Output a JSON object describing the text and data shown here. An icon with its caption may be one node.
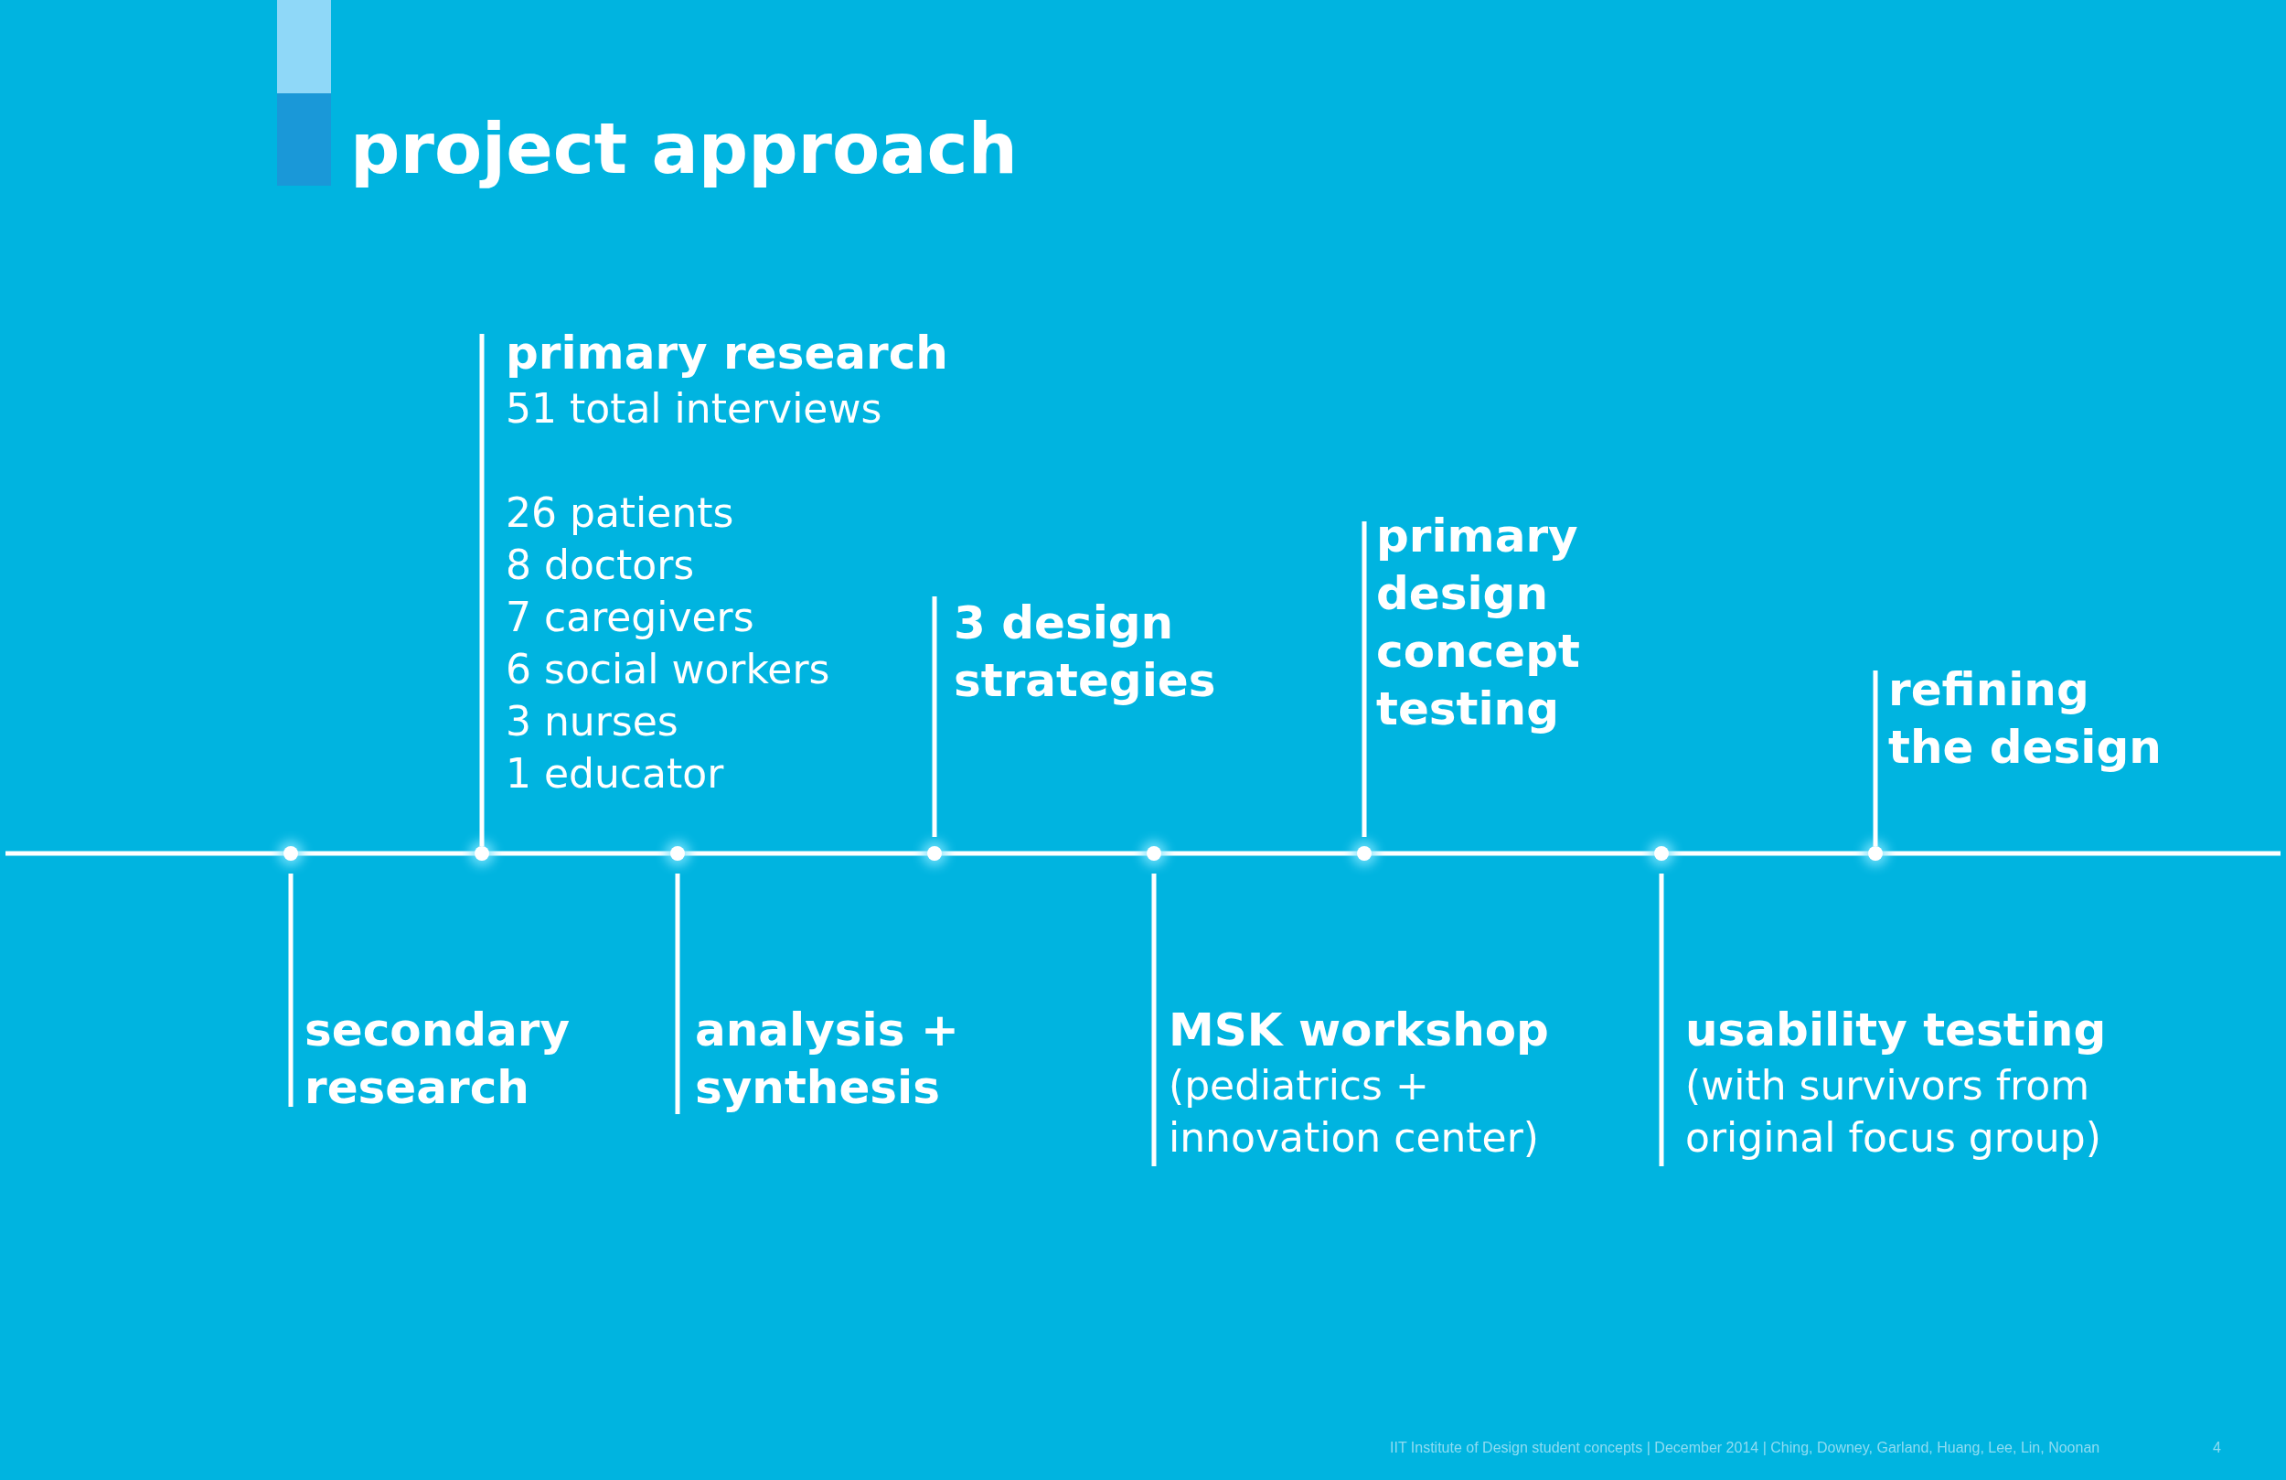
{
  "diagram": {
    "title": "project approach",
    "nodes": [
      {
        "text": [
          "secondary research"
        ]
      },
      {
        "text": [
          "primary research",
          "51 total interviews",
          "26 patients",
          "8 doctors",
          "7 caregivers",
          "6 social workers",
          "3 nurses",
          "1 educator"
        ]
      },
      {
        "text": [
          "analysis + synthesis"
        ]
      },
      {
        "text": [
          "3 design strategies"
        ]
      },
      {
        "text": [
          "MSK workshop",
          "(pediatrics + innovation center)"
        ]
      },
      {
        "text": [
          "primary design concept testing"
        ]
      },
      {
        "text": [
          "usability testing",
          "(with survivors from original focus group)"
        ]
      },
      {
        "text": [
          "refining the design"
        ]
      },
      {
        "text": [],
        "shape": "circle"
      },
      {
        "text": [],
        "shape": "circle"
      },
      {
        "text": [],
        "shape": "circle"
      },
      {
        "text": [],
        "shape": "circle"
      },
      {
        "text": [],
        "shape": "circle"
      },
      {
        "text": [],
        "shape": "circle"
      },
      {
        "text": [],
        "shape": "circle"
      },
      {
        "text": [],
        "shape": "circle"
      }
    ],
    "edges": [
      {
        "from": 0,
        "to": 8,
        "arrow": "none"
      },
      {
        "from": 1,
        "to": 9,
        "arrow": "none"
      },
      {
        "from": 2,
        "to": 10,
        "arrow": "none"
      },
      {
        "from": 3,
        "to": 11,
        "arrow": "none"
      },
      {
        "from": 4,
        "to": 12,
        "arrow": "none"
      },
      {
        "from": 5,
        "to": 13,
        "arrow": "none"
      },
      {
        "from": 6,
        "to": 14,
        "arrow": "none"
      },
      {
        "from": 7,
        "to": 15,
        "arrow": "none"
      }
    ],
    "labels": [
      "IIT Institute of Design student concepts | December 2014 | Ching, Downey, Garland, Huang, Lee, Lin, Noonan",
      "4"
    ]
  }
}
